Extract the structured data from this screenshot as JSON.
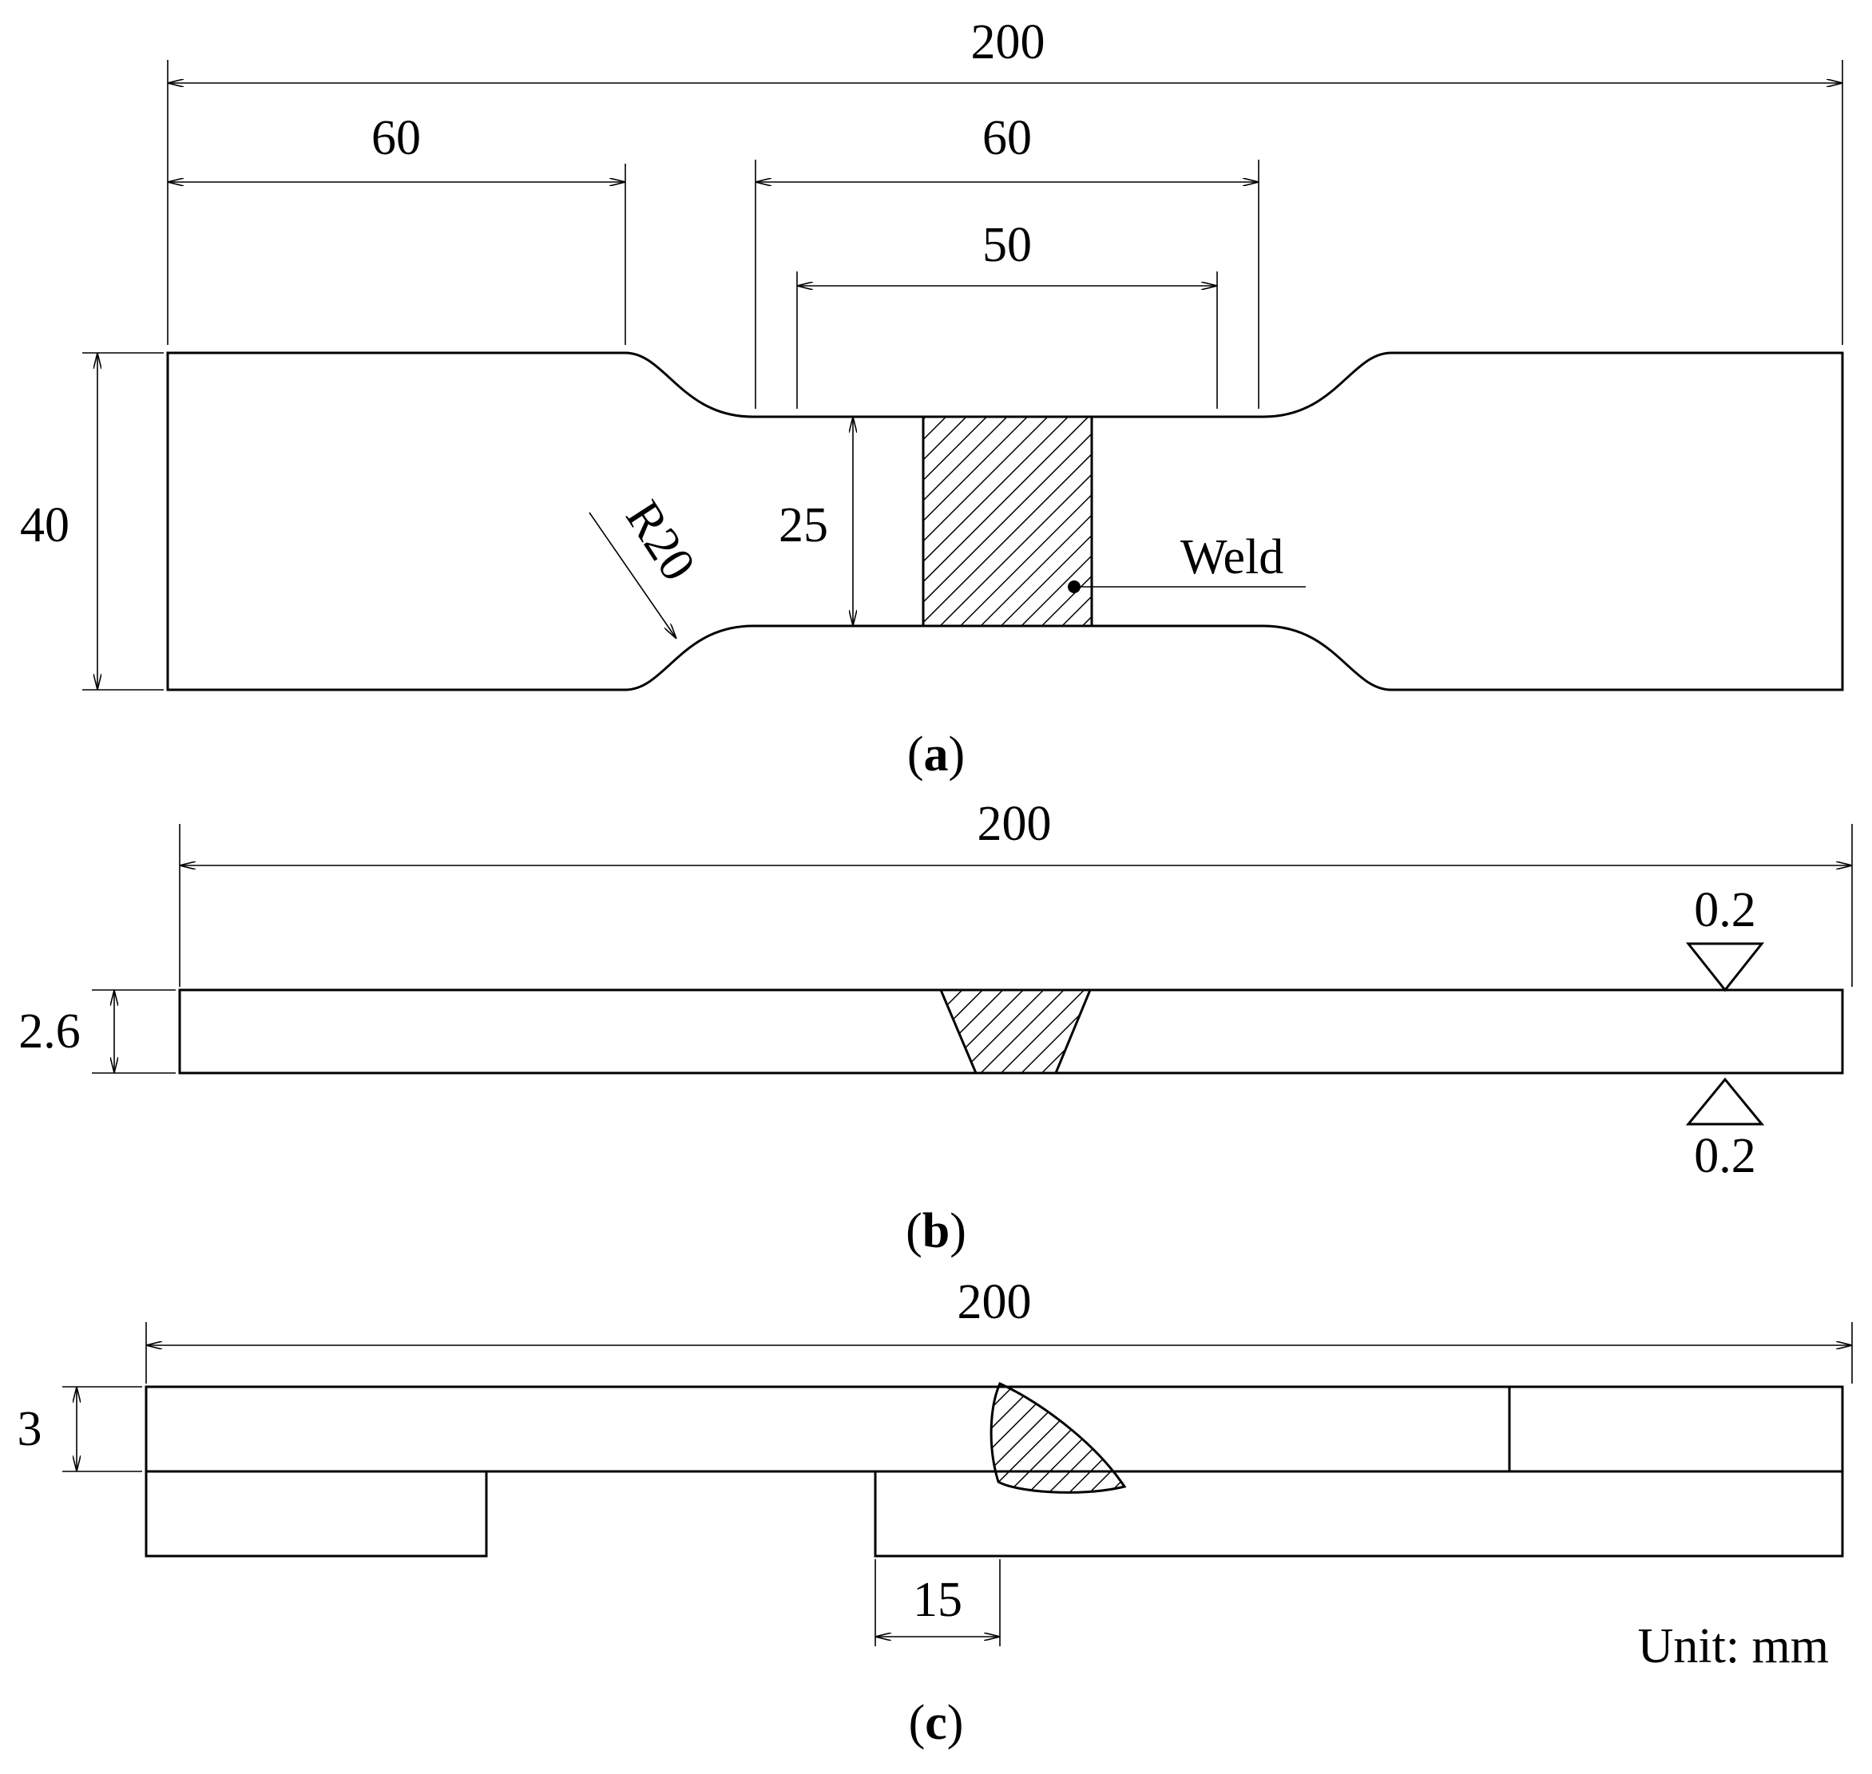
{
  "panel_a": {
    "dim_total": "200",
    "dim_grip_left": "60",
    "dim_center": "60",
    "dim_gauge": "50",
    "dim_width": "40",
    "dim_neck": "25",
    "radius": "R20",
    "weld_label": "Weld",
    "caption_open": "(",
    "caption_letter": "a",
    "caption_close": ")"
  },
  "panel_b": {
    "dim_total": "200",
    "dim_thickness": "2.6",
    "tol_top": "0.2",
    "tol_bottom": "0.2",
    "caption_open": "(",
    "caption_letter": "b",
    "caption_close": ")"
  },
  "panel_c": {
    "dim_total": "200",
    "dim_thickness": "3",
    "dim_overlap": "15",
    "unit": "Unit: mm",
    "caption_open": "(",
    "caption_letter": "c",
    "caption_close": ")"
  }
}
